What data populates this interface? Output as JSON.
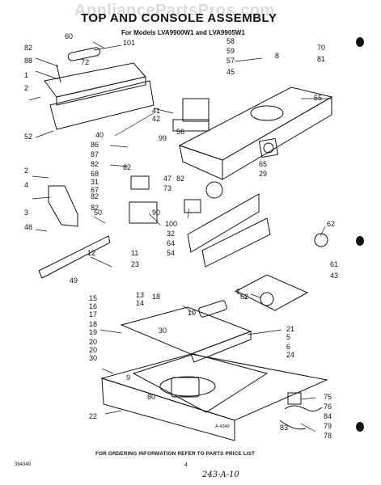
{
  "watermark": "AppliancePartsPros.com",
  "header": {
    "title": "TOP AND CONSOLE ASSEMBLY",
    "subtitle": "For Models LVA9900W1 and LVA9905W1"
  },
  "part_labels": [
    "82",
    "60",
    "101",
    "88",
    "72",
    "1",
    "2",
    "52",
    "40",
    "41",
    "42",
    "56",
    "58",
    "59",
    "57",
    "8",
    "70",
    "81",
    "45",
    "55",
    "86",
    "87",
    "82",
    "99",
    "82",
    "65",
    "29",
    "2",
    "68",
    "82",
    "31",
    "4",
    "67",
    "82",
    "47",
    "82",
    "73",
    "3",
    "50",
    "90",
    "100",
    "62",
    "48",
    "32",
    "64",
    "54",
    "61",
    "43",
    "12",
    "11",
    "23",
    "49",
    "7",
    "13",
    "14",
    "18",
    "10",
    "15",
    "16",
    "17",
    "18",
    "30",
    "19",
    "20",
    "20",
    "30",
    "21",
    "5",
    "6",
    "24",
    "9",
    "80",
    "62",
    "22",
    "75",
    "76",
    "84",
    "83",
    "79",
    "78"
  ],
  "figure_code": "A-4349",
  "footer": {
    "ordering_note": "FOR ORDERING INFORMATION REFER TO PARTS PRICE LIST",
    "doc_code": "384349",
    "page": "4",
    "handwritten": "243-A-10"
  },
  "colors": {
    "ink": "#111111",
    "paper": "#ffffff"
  }
}
